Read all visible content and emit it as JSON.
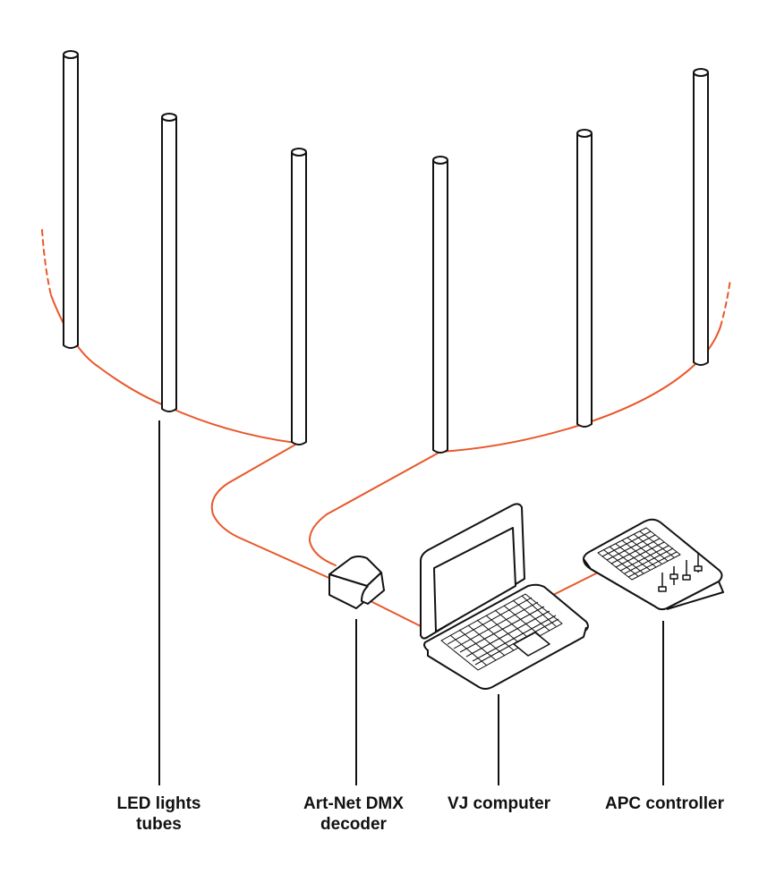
{
  "colors": {
    "cable": "#e8582a",
    "stroke": "#111111",
    "background": "#ffffff"
  },
  "labels": {
    "led": {
      "line1": "LED lights",
      "line2": "tubes"
    },
    "dmx": {
      "line1": "Art-Net DMX",
      "line2": "decoder"
    },
    "vj": {
      "line1": "VJ computer"
    },
    "apc": {
      "line1": "APC controller"
    }
  }
}
